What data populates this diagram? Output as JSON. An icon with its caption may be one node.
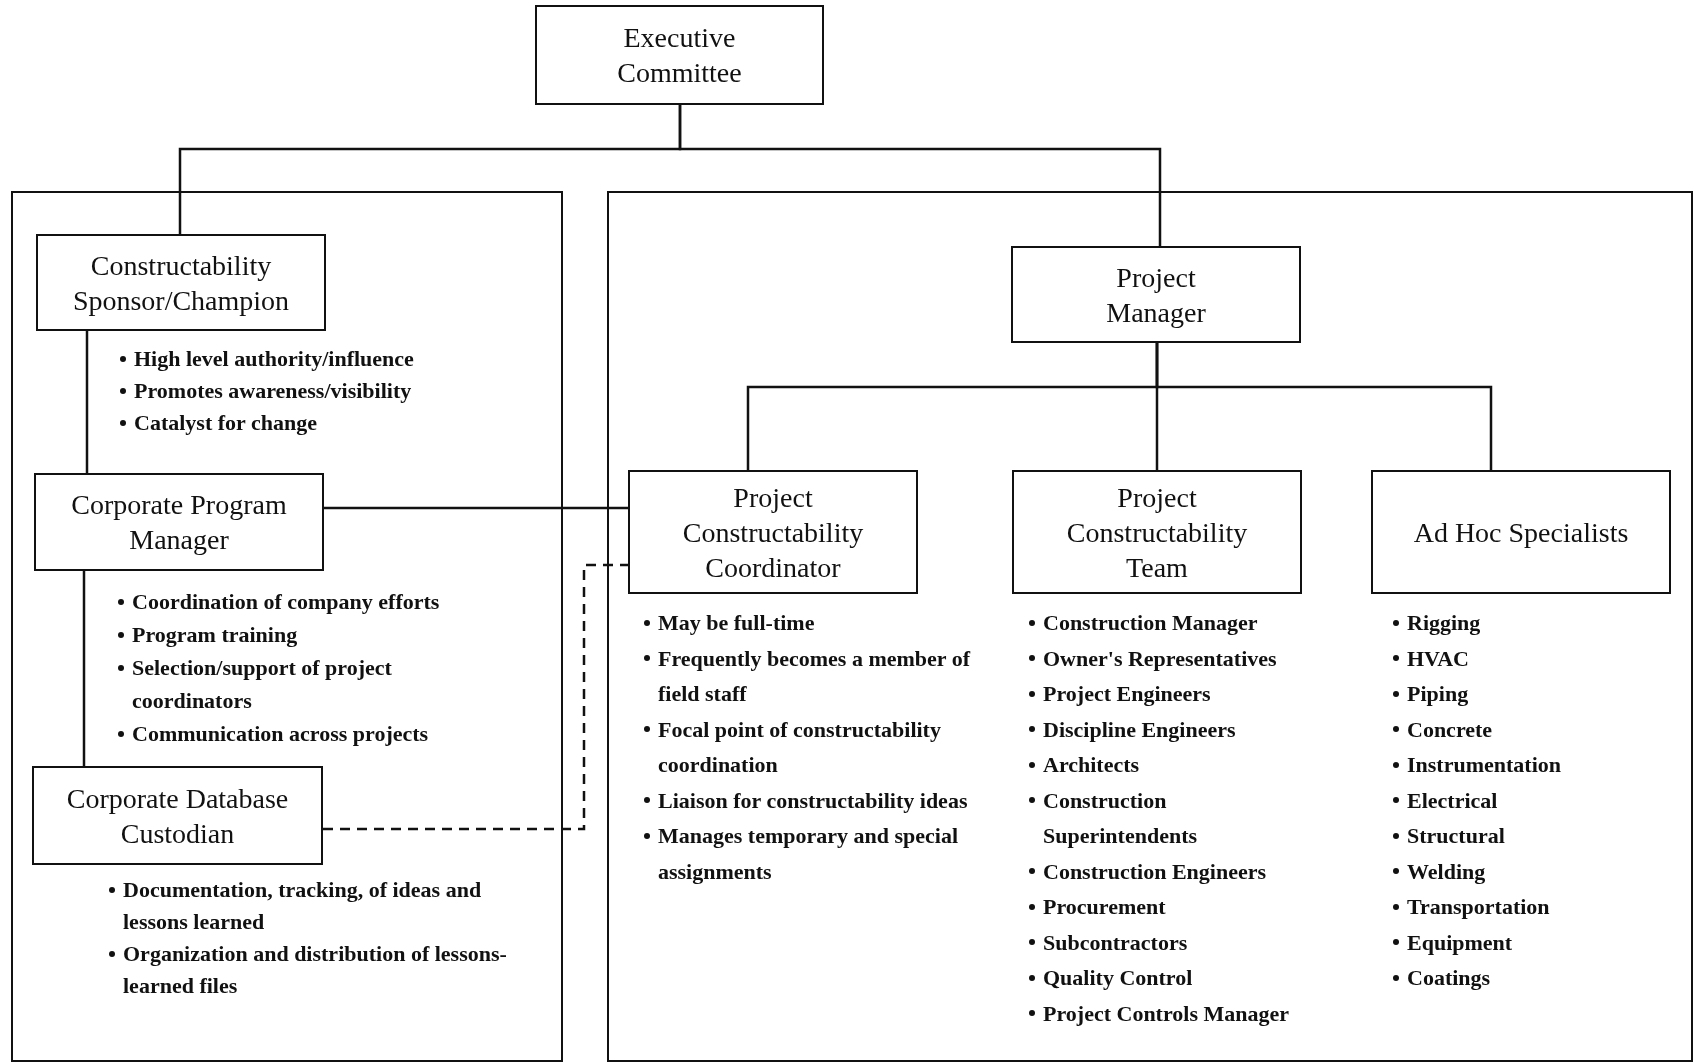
{
  "diagram": {
    "nodes": [
      {
        "text": [
          "Executive Committee"
        ]
      },
      {
        "text": [],
        "shape": "box"
      },
      {
        "text": [],
        "shape": "box"
      },
      {
        "text": [
          "Constructability Sponsor/Champion"
        ],
        "in": 1,
        "beside": [
          "High level authority/influence",
          "Promotes awareness/visibility",
          "Catalyst for change"
        ]
      },
      {
        "text": [
          "Corporate Program Manager"
        ],
        "in": 1,
        "beside": [
          "Coordination of company efforts",
          "Program training",
          "Selection/support of project coordinators",
          "Communication across projects"
        ]
      },
      {
        "text": [
          "Corporate Database Custodian"
        ],
        "in": 1,
        "beside": [
          "Documentation, tracking, of ideas and lessons learned",
          "Organization and distribution of lessons-learned files"
        ]
      },
      {
        "text": [
          "Project Manager"
        ],
        "in": 2
      },
      {
        "text": [
          "Project Constructability Coordinator"
        ],
        "in": 2,
        "beside": [
          "May be full-time",
          "Frequently becomes a member of field staff",
          "Focal point of constructability coordination",
          "Liaison for constructability ideas",
          "Manages temporary and special assignments"
        ]
      },
      {
        "text": [
          "Project Constructability Team"
        ],
        "in": 2,
        "beside": [
          "Construction Manager",
          "Owner's Representatives",
          "Project Engineers",
          "Discipline Engineers",
          "Architects",
          "Construction Superintendents",
          "Construction Engineers",
          "Procurement",
          "Subcontractors",
          "Quality Control",
          "Project Controls Manager"
        ]
      },
      {
        "text": [
          "Ad Hoc Specialists"
        ],
        "in": 2,
        "beside": [
          "Rigging",
          "HVAC",
          "Piping",
          "Concrete",
          "Instrumentation",
          "Electrical",
          "Structural",
          "Welding",
          "Transportation",
          "Equipment",
          "Coatings"
        ]
      }
    ],
    "edges": [
      {
        "from": 0,
        "to": 3,
        "arrow": "none"
      },
      {
        "from": 0,
        "to": 6,
        "arrow": "none"
      },
      {
        "from": 3,
        "to": 4,
        "arrow": "none"
      },
      {
        "from": 4,
        "to": 5,
        "arrow": "none"
      },
      {
        "from": 6,
        "to": 7,
        "arrow": "none"
      },
      {
        "from": 6,
        "to": 8,
        "arrow": "none"
      },
      {
        "from": 6,
        "to": 9,
        "arrow": "none"
      },
      {
        "from": 4,
        "to": 7,
        "arrow": "none"
      },
      {
        "from": 5,
        "to": 7,
        "arrow": "none",
        "style": "dashed"
      }
    ]
  }
}
